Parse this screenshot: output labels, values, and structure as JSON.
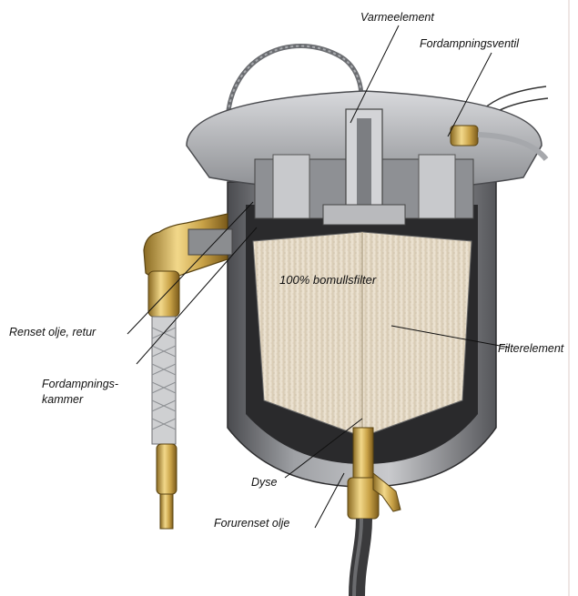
{
  "labels": {
    "heating_element": "Varmeelement",
    "evaporation_valve": "Fordampningsventil",
    "cotton_filter": "100% bomullsfilter",
    "clean_oil_return": "Renset olje, retur",
    "evaporation_chamber_1": "Fordampnings-",
    "evaporation_chamber_2": "kammer",
    "filter_element": "Filterelement",
    "nozzle": "Dyse",
    "dirty_oil": "Forurenset olje"
  },
  "colors": {
    "housing_grey": "#b7b8bb",
    "housing_dark": "#3c3d40",
    "filter_beige": "#e7dccb",
    "brass": "#c8a24a",
    "hose": "#4a4a4c",
    "side_rule": "#efe6e4"
  }
}
